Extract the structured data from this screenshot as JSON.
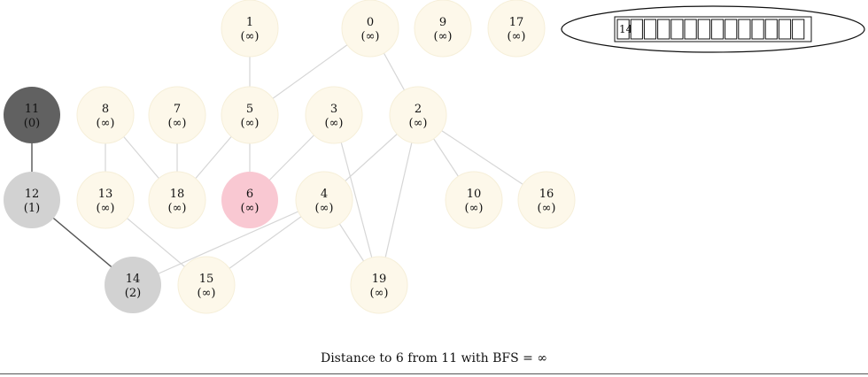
{
  "nodes": [
    {
      "id": "0",
      "dist": "(∞)",
      "state": "unvisited"
    },
    {
      "id": "1",
      "dist": "(∞)",
      "state": "unvisited"
    },
    {
      "id": "2",
      "dist": "(∞)",
      "state": "unvisited"
    },
    {
      "id": "3",
      "dist": "(∞)",
      "state": "unvisited"
    },
    {
      "id": "4",
      "dist": "(∞)",
      "state": "unvisited"
    },
    {
      "id": "5",
      "dist": "(∞)",
      "state": "unvisited"
    },
    {
      "id": "6",
      "dist": "(∞)",
      "state": "target"
    },
    {
      "id": "7",
      "dist": "(∞)",
      "state": "unvisited"
    },
    {
      "id": "8",
      "dist": "(∞)",
      "state": "unvisited"
    },
    {
      "id": "9",
      "dist": "(∞)",
      "state": "unvisited"
    },
    {
      "id": "10",
      "dist": "(∞)",
      "state": "unvisited"
    },
    {
      "id": "11",
      "dist": "(0)",
      "state": "source"
    },
    {
      "id": "12",
      "dist": "(1)",
      "state": "visited"
    },
    {
      "id": "13",
      "dist": "(∞)",
      "state": "unvisited"
    },
    {
      "id": "14",
      "dist": "(2)",
      "state": "visited"
    },
    {
      "id": "15",
      "dist": "(∞)",
      "state": "unvisited"
    },
    {
      "id": "16",
      "dist": "(∞)",
      "state": "unvisited"
    },
    {
      "id": "17",
      "dist": "(∞)",
      "state": "unvisited"
    },
    {
      "id": "18",
      "dist": "(∞)",
      "state": "unvisited"
    },
    {
      "id": "19",
      "dist": "(∞)",
      "state": "unvisited"
    }
  ],
  "edges": [
    {
      "from": "1",
      "to": "5",
      "state": "normal"
    },
    {
      "from": "0",
      "to": "5",
      "state": "normal"
    },
    {
      "from": "0",
      "to": "2",
      "state": "normal"
    },
    {
      "from": "5",
      "to": "6",
      "state": "normal"
    },
    {
      "from": "5",
      "to": "18",
      "state": "normal"
    },
    {
      "from": "8",
      "to": "13",
      "state": "normal"
    },
    {
      "from": "8",
      "to": "18",
      "state": "normal"
    },
    {
      "from": "7",
      "to": "18",
      "state": "normal"
    },
    {
      "from": "3",
      "to": "6",
      "state": "normal"
    },
    {
      "from": "3",
      "to": "19",
      "state": "normal"
    },
    {
      "from": "2",
      "to": "4",
      "state": "normal"
    },
    {
      "from": "2",
      "to": "19",
      "state": "normal"
    },
    {
      "from": "2",
      "to": "10",
      "state": "normal"
    },
    {
      "from": "2",
      "to": "16",
      "state": "normal"
    },
    {
      "from": "4",
      "to": "14",
      "state": "normal"
    },
    {
      "from": "4",
      "to": "15",
      "state": "normal"
    },
    {
      "from": "4",
      "to": "19",
      "state": "normal"
    },
    {
      "from": "13",
      "to": "15",
      "state": "normal"
    },
    {
      "from": "11",
      "to": "12",
      "state": "traversed"
    },
    {
      "from": "12",
      "to": "14",
      "state": "traversed"
    }
  ],
  "queue": {
    "cells": [
      "14",
      "",
      "",
      "",
      "",
      "",
      "",
      "",
      "",
      "",
      "",
      "",
      "",
      ""
    ]
  },
  "status": {
    "text": "Distance to 6 from 11 with BFS = ∞"
  },
  "colors": {
    "unvisited": "#fdf8ea",
    "source": "#616161",
    "visited": "#d2d2d2",
    "target": "#f9c8d2",
    "edge_normal": "#d6d6d6",
    "edge_traversed": "#555555"
  }
}
